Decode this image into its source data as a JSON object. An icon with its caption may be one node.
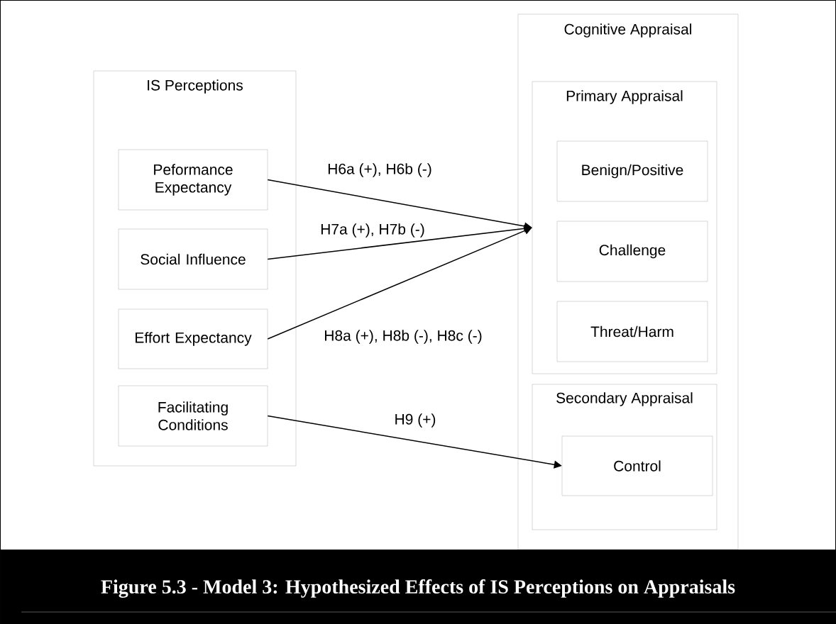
{
  "diagram": {
    "caption": "Figure 5.3 - Model 3: Hypothesized Effects of IS Perceptions on Appraisals",
    "nodes": [
      {
        "text": [
          "IS Perceptions"
        ]
      },
      {
        "text": [
          "Peformance Expectancy"
        ],
        "in": 0
      },
      {
        "text": [
          "Social Influence"
        ],
        "in": 0
      },
      {
        "text": [
          "Effort Expectancy"
        ],
        "in": 0
      },
      {
        "text": [
          "Facilitating Conditions"
        ],
        "in": 0
      },
      {
        "text": [
          "Cognitive Appraisal"
        ]
      },
      {
        "text": [
          "Primary Appraisal"
        ],
        "in": 5
      },
      {
        "text": [
          "Benign/Positive"
        ],
        "in": 6
      },
      {
        "text": [
          "Challenge"
        ],
        "in": 6
      },
      {
        "text": [
          "Threat/Harm"
        ],
        "in": 6
      },
      {
        "text": [
          "Secondary Appraisal"
        ],
        "in": 5
      },
      {
        "text": [
          "Control"
        ],
        "in": 10
      }
    ],
    "edges": [
      {
        "from": 1,
        "to": 6,
        "arrow": "to",
        "label": "H6a (+), H6b (-)"
      },
      {
        "from": 2,
        "to": 6,
        "arrow": "to",
        "label": "H7a (+), H7b (-)"
      },
      {
        "from": 3,
        "to": 6,
        "arrow": "to",
        "label": "H8a (+), H8b (-), H8c (-)"
      },
      {
        "from": 4,
        "to": 11,
        "arrow": "to",
        "label": "H9 (+)"
      }
    ]
  }
}
